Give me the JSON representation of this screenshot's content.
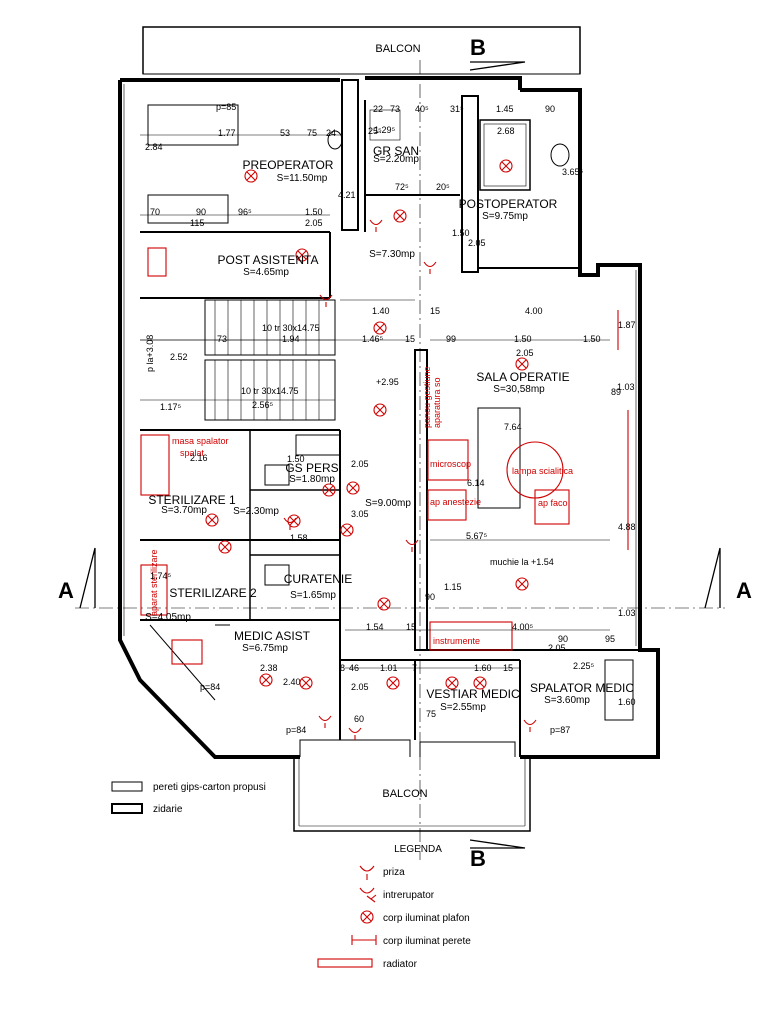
{
  "balcony_top": "BALCON",
  "balcony_bottom": "BALCON",
  "section_a": "A",
  "section_b": "B",
  "rooms": [
    {
      "name": "PREOPERATOR",
      "area": "S=11.50mp"
    },
    {
      "name": "GR SAN",
      "area": "S=2.20mp"
    },
    {
      "name": "POSTOPERATOR",
      "area": "S=9.75mp"
    },
    {
      "name": "POST ASISTENTA",
      "area": "S=4.65mp"
    },
    {
      "name": "SALA OPERATIE",
      "area": "S=30,58mp"
    },
    {
      "name": "GS PERS",
      "area": "S=1.80mp"
    },
    {
      "name": "STERILIZARE 1",
      "area": "S=3.70mp"
    },
    {
      "name": "STERILIZARE 2",
      "area": "S=4.05mp"
    },
    {
      "name": "CURATENIE",
      "area": "S=1.65mp"
    },
    {
      "name": "MEDIC ASIST",
      "area": "S=6.75mp"
    },
    {
      "name": "VESTIAR MEDIC",
      "area": "S=2.55mp"
    },
    {
      "name": "SPALATOR MEDIC",
      "area": "S=3.60mp"
    }
  ],
  "other_areas": [
    "S=7.30mp",
    "S=2.30mp",
    "S=9.00mp"
  ],
  "equipment": [
    "microscop",
    "lampa scialitica",
    "ap anestezie",
    "ap faco",
    "instrumente",
    "masa spalator",
    "spalat",
    "aparatura so",
    "panou gestiune",
    "aparat sterilizare"
  ],
  "notes": [
    "muchie la +1.54",
    "+2.95",
    "10 tr 30x14.75",
    "10 tr 30x14.75",
    "p la+3.08"
  ],
  "dimensions": [
    "p=85",
    "1.77",
    "53",
    "75",
    "24",
    "2.84",
    "70",
    "90",
    "96⁵",
    "115",
    "1.50",
    "2.05",
    "22",
    "73",
    "40⁵",
    "1.29⁵",
    "25⁵",
    "31⁵",
    "1.45",
    "90",
    "2.68",
    "3.65⁵",
    "4.21",
    "72⁵",
    "20⁵",
    "1.50",
    "2.05",
    "1.40",
    "15",
    "4.00",
    "1.87",
    "73",
    "1.94",
    "1.46⁵",
    "15",
    "99",
    "1.50",
    "1.50",
    "2.05",
    "2.52",
    "2.56⁵",
    "1.17⁵",
    "1.03",
    "89",
    "7.64",
    "6.14",
    "5.67⁵",
    "4.88",
    "1.03",
    "1.58",
    "1.50",
    "2.16",
    "1.74⁵",
    "1.54",
    "15",
    "4.00⁵",
    "90",
    "95",
    "2.05",
    "2.25⁵",
    "1.60",
    "2.38",
    "1.01",
    "7",
    "1.60",
    "15",
    "8",
    "46",
    "p=84",
    "p=84",
    "p=87",
    "2.40",
    "2.05",
    "60",
    "75",
    "2.05",
    "1.15",
    "90",
    "3.05"
  ],
  "legend": {
    "title": "LEGENDA",
    "materials": [
      "pereti gips-carton propusi",
      "zidarie"
    ],
    "items": [
      "priza",
      "intrerupator",
      "corp iluminat plafon",
      "corp iluminat perete",
      "radiator"
    ]
  }
}
